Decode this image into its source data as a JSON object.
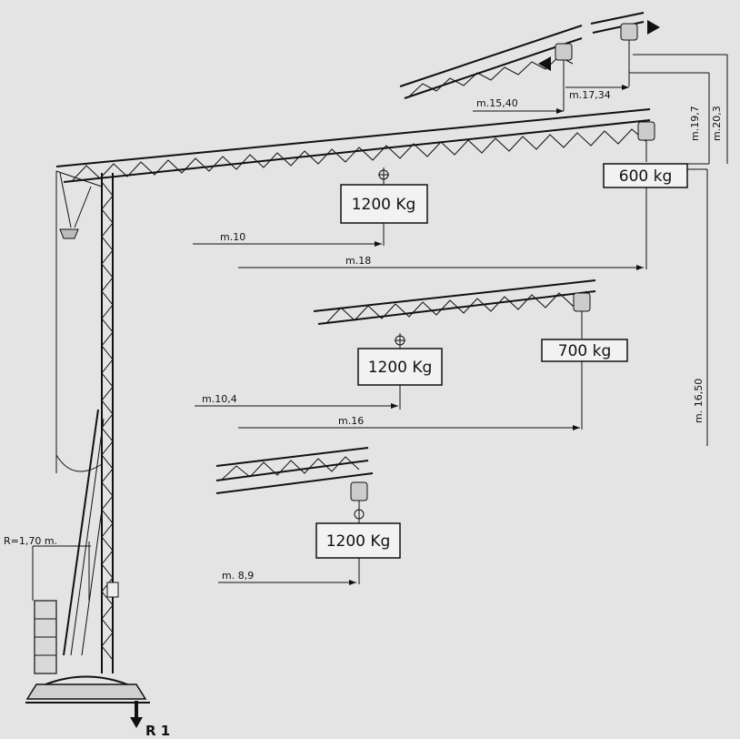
{
  "loads": {
    "top_max": "600 kg",
    "top_inner": "1200 Kg",
    "mid_max": "700 kg",
    "mid_inner": "1200 Kg",
    "low": "1200 Kg"
  },
  "dimensions": {
    "d_m10": "m.10",
    "d_m18": "m.18",
    "d_m104": "m.10,4",
    "d_m16": "m.16",
    "d_m89": "m. 8,9",
    "d_m1540": "m.15,40",
    "d_m1734": "m.17,34",
    "d_m197": "m.19,7",
    "d_m203": "m.20,3",
    "d_m1650": "m. 16,50",
    "radius": "R=1,70 m.",
    "reaction": "R 1"
  }
}
